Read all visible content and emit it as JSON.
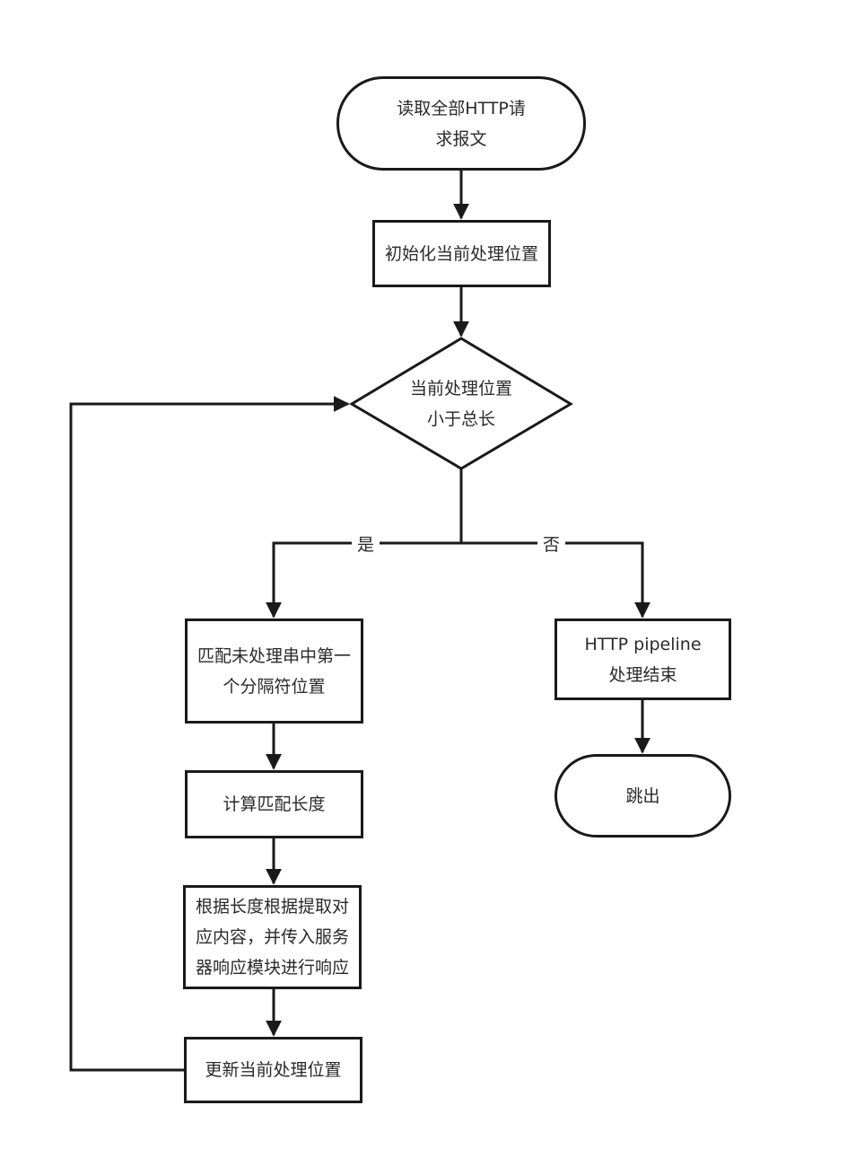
{
  "diagram": {
    "type": "flowchart",
    "nodes": {
      "start": {
        "shape": "terminal",
        "lines": [
          "读取全部HTTP请",
          "求报文"
        ]
      },
      "init": {
        "shape": "process",
        "lines": [
          "初始化当前处理位置"
        ]
      },
      "decision": {
        "shape": "decision",
        "lines": [
          "当前处理位置",
          "小于总长"
        ]
      },
      "match": {
        "shape": "process",
        "lines": [
          "匹配未处理串中第一",
          "个分隔符位置"
        ]
      },
      "calc": {
        "shape": "process",
        "lines": [
          "计算匹配长度"
        ]
      },
      "extract": {
        "shape": "process",
        "lines": [
          "根据长度根据提取对",
          "应内容，并传入服务",
          "器响应模块进行响应"
        ]
      },
      "update": {
        "shape": "process",
        "lines": [
          "更新当前处理位置"
        ]
      },
      "pipeline_end": {
        "shape": "process",
        "lines": [
          "HTTP pipeline",
          "处理结束"
        ]
      },
      "exit": {
        "shape": "terminal",
        "lines": [
          "跳出"
        ]
      }
    },
    "edges": [
      {
        "from": "start",
        "to": "init",
        "label": ""
      },
      {
        "from": "init",
        "to": "decision",
        "label": ""
      },
      {
        "from": "decision",
        "to": "match",
        "label": "是"
      },
      {
        "from": "decision",
        "to": "pipeline_end",
        "label": "否"
      },
      {
        "from": "match",
        "to": "calc",
        "label": ""
      },
      {
        "from": "calc",
        "to": "extract",
        "label": ""
      },
      {
        "from": "extract",
        "to": "update",
        "label": ""
      },
      {
        "from": "update",
        "to": "decision",
        "label": ""
      },
      {
        "from": "pipeline_end",
        "to": "exit",
        "label": ""
      }
    ],
    "edge_labels": {
      "yes": "是",
      "no": "否"
    },
    "colors": {
      "stroke": "#1a1a1a",
      "text": "#2a2a2a",
      "background": "#ffffff"
    }
  }
}
